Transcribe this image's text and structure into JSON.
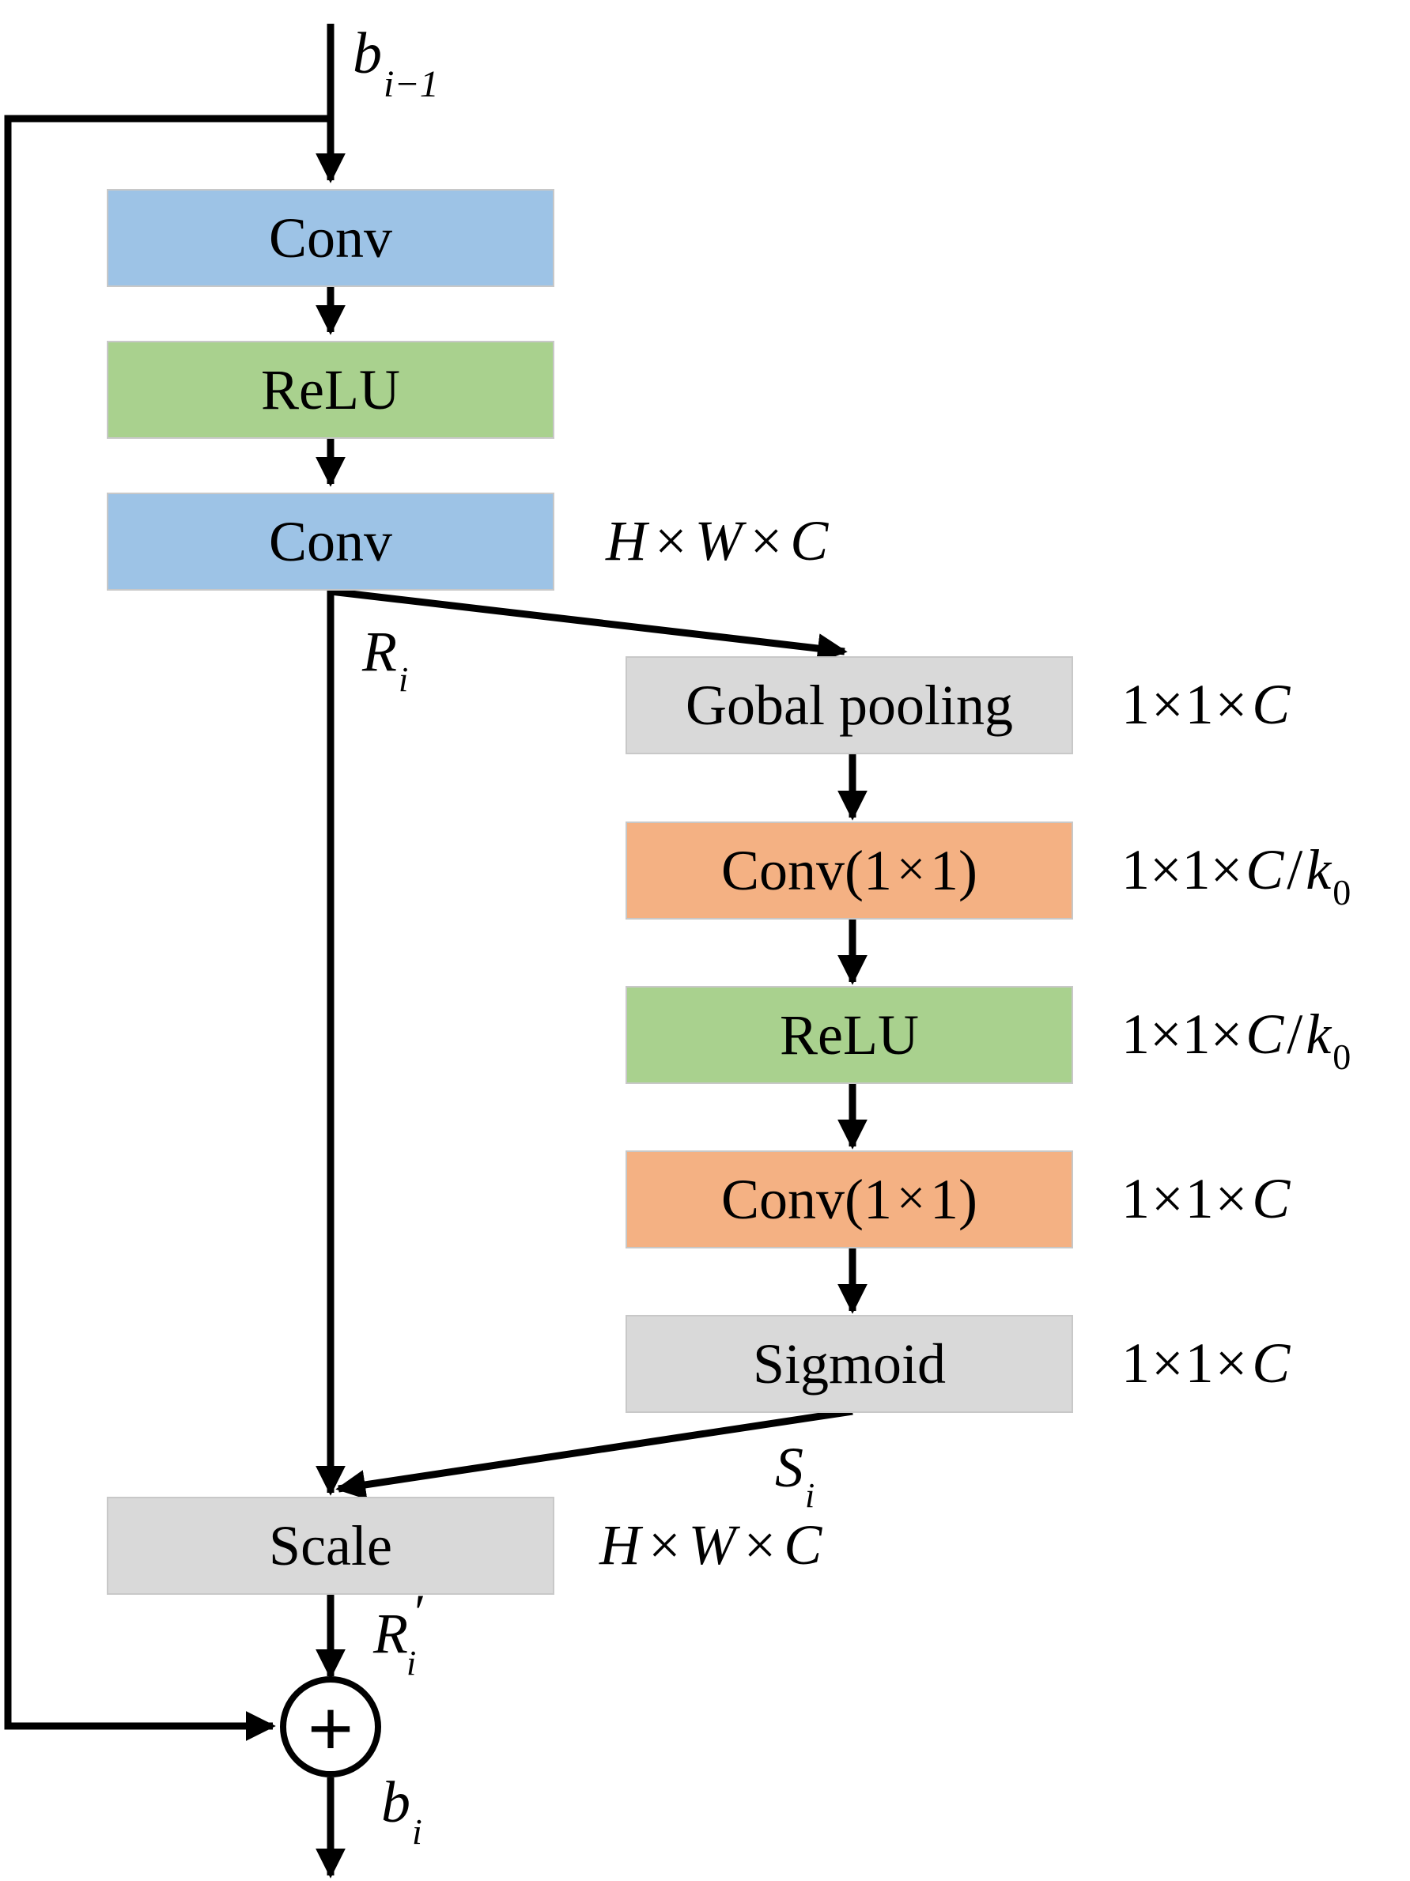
{
  "input_label": {
    "base": "b",
    "sub": "i−1"
  },
  "output_label": {
    "base": "b",
    "sub": "i"
  },
  "main_path": {
    "conv1": "Conv",
    "relu": "ReLU",
    "conv2": "Conv",
    "conv2_dims": [
      "H",
      "×",
      "W",
      "×",
      "C"
    ],
    "r_label": {
      "base": "R",
      "sub": "i"
    },
    "scale": "Scale",
    "scale_dims": [
      "H",
      "×",
      "W",
      "×",
      "C"
    ],
    "r_prime_label": {
      "base": "R",
      "sub": "i",
      "prime": "′"
    }
  },
  "attention_branch": {
    "global_pooling": "Gobal pooling",
    "global_pooling_dims": [
      "1",
      "×",
      "1",
      "×",
      "C"
    ],
    "conv_a": "Conv(1",
    "conv_a_times": "×",
    "conv_a_close": "1)",
    "conv_a_dims": {
      "prefix": "1×1×",
      "c": "C",
      "slash": "/",
      "k": "k",
      "sub": "0"
    },
    "relu": "ReLU",
    "relu_dims": {
      "prefix": "1×1×",
      "c": "C",
      "slash": "/",
      "k": "k",
      "sub": "0"
    },
    "conv_b": "Conv(1",
    "conv_b_times": "×",
    "conv_b_close": "1)",
    "conv_b_dims": [
      "1",
      "×",
      "1",
      "×",
      "C"
    ],
    "sigmoid": "Sigmoid",
    "sigmoid_dims": [
      "1",
      "×",
      "1",
      "×",
      "C"
    ],
    "s_label": {
      "base": "S",
      "sub": "i"
    }
  },
  "sum_symbol": "+",
  "colors": {
    "conv": "#9dc3e6",
    "relu": "#a9d18e",
    "gray": "#d9d9d9",
    "orange": "#f4b183",
    "line": "#000000"
  }
}
